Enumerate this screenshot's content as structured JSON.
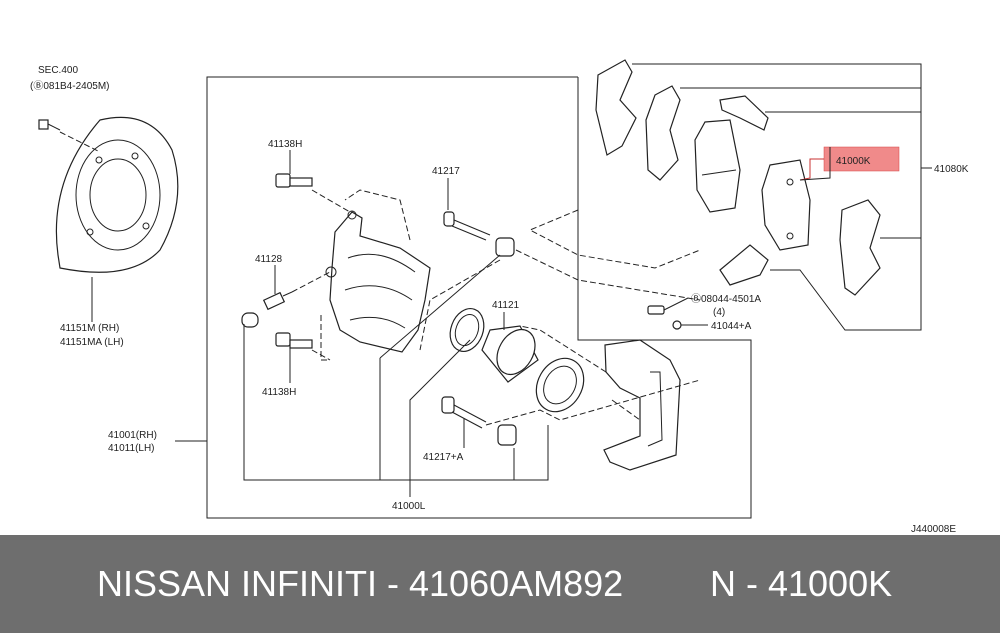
{
  "labels": {
    "sec400": "SEC.400",
    "sec400_part": "(Ⓑ081B4-2405M)",
    "p41151m": "41151M  (RH)",
    "p41151ma": "41151MA (LH)",
    "p41138h_top": "41138H",
    "p41128": "41128",
    "p41138h_bot": "41138H",
    "p41001": "41001(RH)",
    "p41011": "41011(LH)",
    "p41217": "41217",
    "p41121": "41121",
    "p41217a": "41217+A",
    "p41000l": "41000L",
    "p41000k": "41000K",
    "p41080k": "41080K",
    "p08044": "Ⓑ08044-4501A",
    "p08044_qty": "(4)",
    "p41044a": "41044+A",
    "code": "J440008E"
  },
  "highlight_color": "#f08a8a",
  "footer": {
    "left": "NISSAN  INFINITI - 41060AM892",
    "right": "N - 41000K"
  }
}
